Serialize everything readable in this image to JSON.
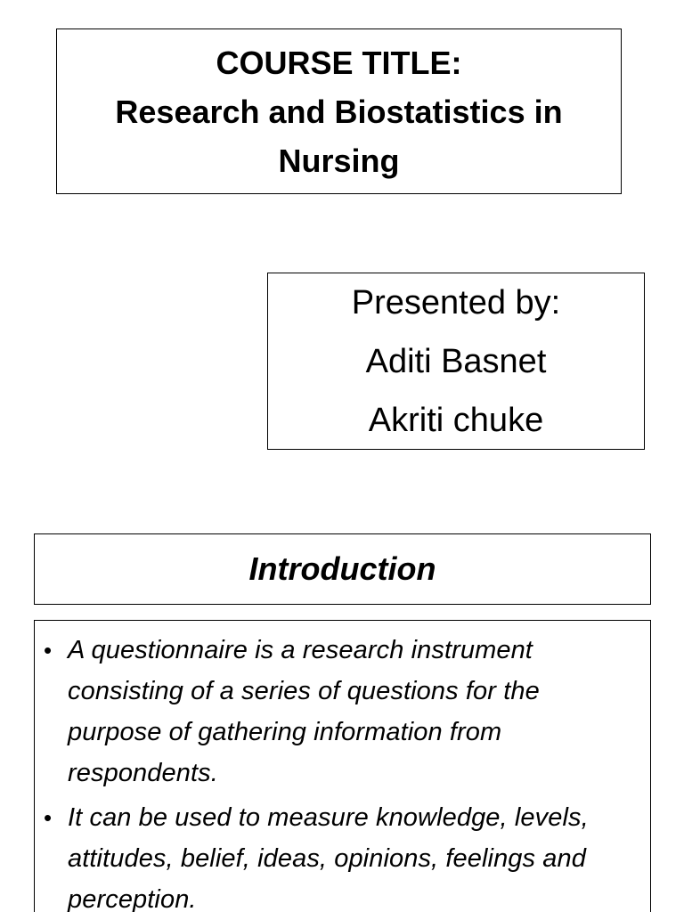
{
  "course": {
    "title_lines": [
      "COURSE TITLE:",
      "Research and  Biostatistics in",
      "Nursing"
    ]
  },
  "presenters": {
    "lines": [
      "Presented by:",
      "Aditi Basnet",
      "Akriti chuke"
    ]
  },
  "introduction": {
    "heading": "Introduction",
    "bullet_glyph": "•",
    "bullets": [
      "A questionnaire is a research instrument consisting of a series of questions  for the purpose of gathering information from respondents.",
      "It can be used to measure knowledge, levels, attitudes, belief, ideas, opinions, feelings and perception."
    ]
  }
}
